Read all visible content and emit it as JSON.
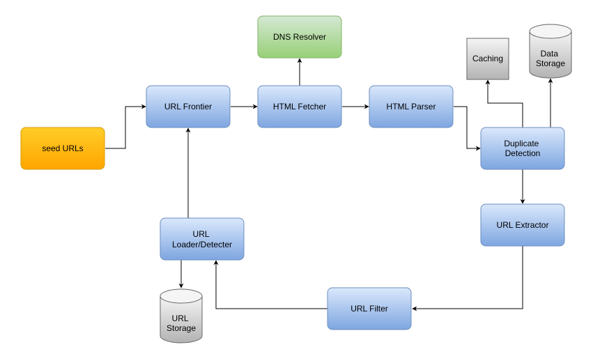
{
  "nodes": {
    "seed_urls": {
      "lines": [
        "seed URLs"
      ]
    },
    "url_frontier": {
      "lines": [
        "URL Frontier"
      ]
    },
    "html_fetcher": {
      "lines": [
        "HTML Fetcher"
      ]
    },
    "dns_resolver": {
      "lines": [
        "DNS Resolver"
      ]
    },
    "html_parser": {
      "lines": [
        "HTML Parser"
      ]
    },
    "duplicate_detection": {
      "lines": [
        "Duplicate",
        "Detection"
      ]
    },
    "caching": {
      "lines": [
        "Caching"
      ]
    },
    "data_storage": {
      "lines": [
        "Data",
        "Storage"
      ]
    },
    "url_extractor": {
      "lines": [
        "URL Extractor"
      ]
    },
    "url_filter": {
      "lines": [
        "URL Filter"
      ]
    },
    "url_loader": {
      "lines": [
        "URL",
        "Loader/Detecter"
      ]
    },
    "url_storage": {
      "lines": [
        "URL",
        "Storage"
      ]
    }
  },
  "colors": {
    "process_fill_top": "#dae8fc",
    "process_fill_bottom": "#7ea6e0",
    "process_stroke": "#6c8ebf",
    "seed_fill_top": "#ffcd28",
    "seed_fill_bottom": "#ffa500",
    "seed_stroke": "#d79b00",
    "dns_fill_top": "#d5e8d4",
    "dns_fill_bottom": "#97d077",
    "dns_stroke": "#82b366",
    "storage_fill_top": "#f5f5f5",
    "storage_fill_bottom": "#b3b3b3",
    "storage_stroke": "#666666"
  }
}
